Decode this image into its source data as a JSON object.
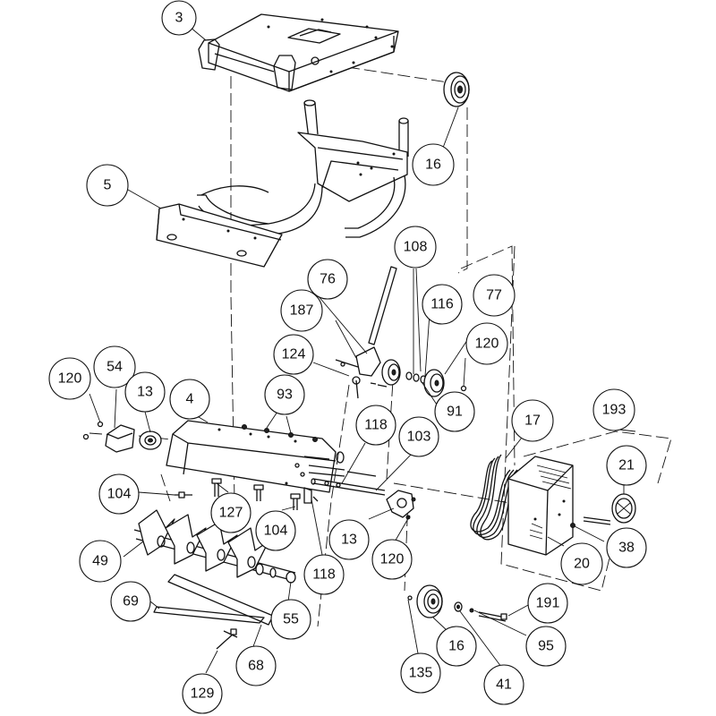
{
  "diagram": {
    "type": "exploded-parts-diagram",
    "callouts": [
      {
        "id": "c3",
        "label": "3"
      },
      {
        "id": "c16a",
        "label": "16"
      },
      {
        "id": "c5",
        "label": "5"
      },
      {
        "id": "c108",
        "label": "108"
      },
      {
        "id": "c76",
        "label": "76"
      },
      {
        "id": "c77",
        "label": "77"
      },
      {
        "id": "c187",
        "label": "187"
      },
      {
        "id": "c116",
        "label": "116"
      },
      {
        "id": "c120a",
        "label": "120"
      },
      {
        "id": "c124",
        "label": "124"
      },
      {
        "id": "c120b",
        "label": "120"
      },
      {
        "id": "c54",
        "label": "54"
      },
      {
        "id": "c13a",
        "label": "13"
      },
      {
        "id": "c4",
        "label": "4"
      },
      {
        "id": "c93",
        "label": "93"
      },
      {
        "id": "c91",
        "label": "91"
      },
      {
        "id": "c17",
        "label": "17"
      },
      {
        "id": "c193",
        "label": "193"
      },
      {
        "id": "c118a",
        "label": "118"
      },
      {
        "id": "c103",
        "label": "103"
      },
      {
        "id": "c21",
        "label": "21"
      },
      {
        "id": "c104a",
        "label": "104"
      },
      {
        "id": "c127",
        "label": "127"
      },
      {
        "id": "c104b",
        "label": "104"
      },
      {
        "id": "c13b",
        "label": "13"
      },
      {
        "id": "c38",
        "label": "38"
      },
      {
        "id": "c49",
        "label": "49"
      },
      {
        "id": "c120c",
        "label": "120"
      },
      {
        "id": "c118b",
        "label": "118"
      },
      {
        "id": "c20",
        "label": "20"
      },
      {
        "id": "c191",
        "label": "191"
      },
      {
        "id": "c69",
        "label": "69"
      },
      {
        "id": "c55",
        "label": "55"
      },
      {
        "id": "c95",
        "label": "95"
      },
      {
        "id": "c16b",
        "label": "16"
      },
      {
        "id": "c68",
        "label": "68"
      },
      {
        "id": "c135",
        "label": "135"
      },
      {
        "id": "c41",
        "label": "41"
      },
      {
        "id": "c129",
        "label": "129"
      }
    ]
  }
}
